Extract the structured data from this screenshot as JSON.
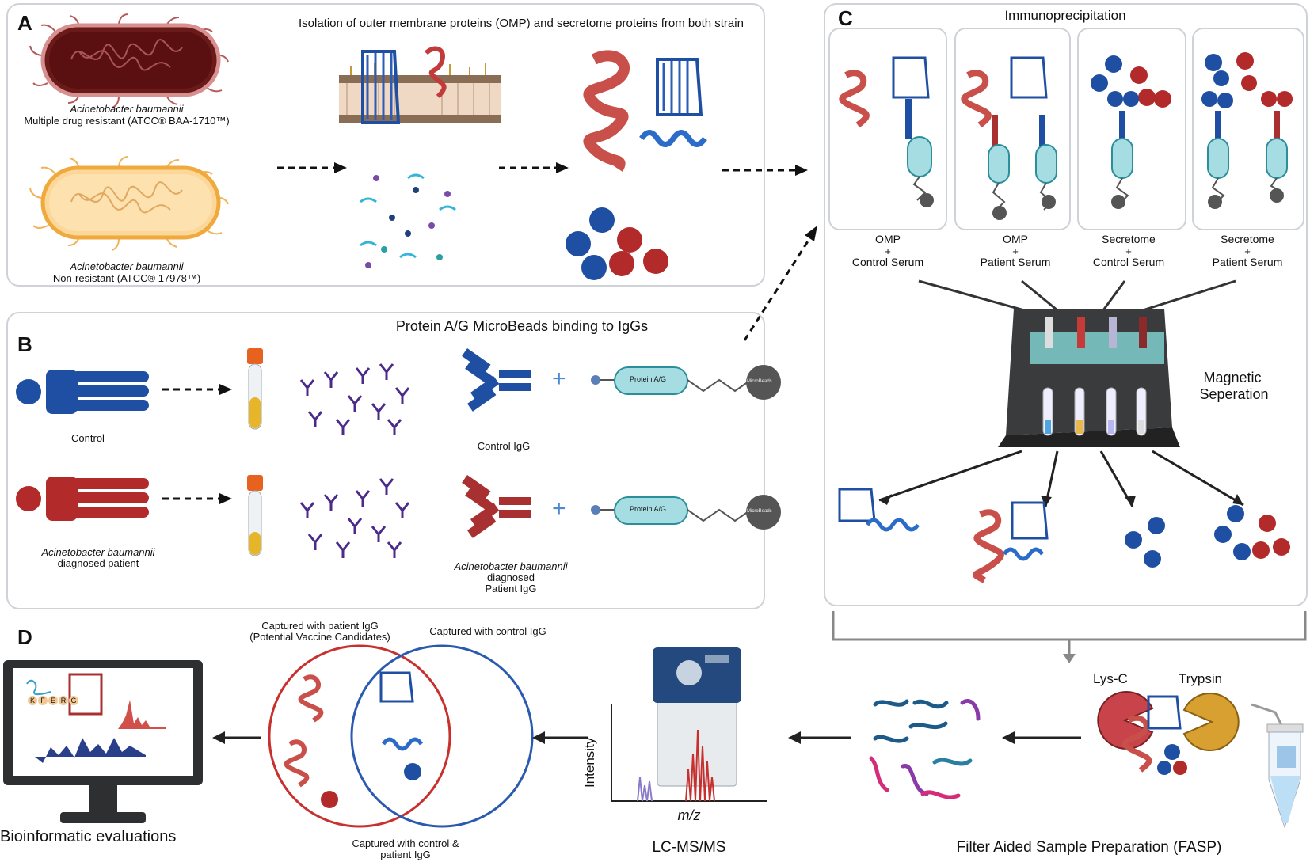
{
  "panelA": {
    "letter": "A",
    "title": "Isolation of outer membrane proteins (OMP) and secretome proteins from both strain",
    "strain1_name": "Acinetobacter baumannii",
    "strain1_desc": "Multiple drug resistant (ATCC® BAA-1710™)",
    "strain2_name": "Acinetobacter baumannii",
    "strain2_desc": "Non-resistant (ATCC® 17978™)"
  },
  "panelB": {
    "letter": "B",
    "title": "Protein A/G MicroBeads binding to IgGs",
    "control_label": "Control",
    "patient_label_italic": "Acinetobacter baumannii",
    "patient_label": "diagnosed patient",
    "control_igg": "Control IgG",
    "patient_igg_italic": "Acinetobacter baumannii",
    "patient_igg_line2": "diagnosed",
    "patient_igg_line3": "Patient IgG",
    "protein_ag": "Protein A/G",
    "microbeads": "MicroBeads"
  },
  "panelC": {
    "letter": "C",
    "title": "Immunoprecipitation",
    "samples": [
      {
        "line1": "OMP",
        "plus": "+",
        "line2": "Control Serum"
      },
      {
        "line1": "OMP",
        "plus": "+",
        "line2": "Patient Serum"
      },
      {
        "line1": "Secretome",
        "plus": "+",
        "line2": "Control Serum"
      },
      {
        "line1": "Secretome",
        "plus": "+",
        "line2": "Patient Serum"
      }
    ],
    "magnetic_line1": "Magnetic",
    "magnetic_line2": "Seperation"
  },
  "panelD": {
    "letter": "D",
    "bioinformatic": "Bioinformatic evaluations",
    "venn_patient_line1": "Captured with patient IgG",
    "venn_patient_line2": "(Potential Vaccine Candidates)",
    "venn_control": "Captured with control IgG",
    "venn_both_line1": "Captured with control &",
    "venn_both_line2": "patient IgG",
    "ms_ylabel": "Intensity",
    "ms_xlabel": "m/z",
    "lcms": "LC-MS/MS",
    "lysc": "Lys-C",
    "trypsin": "Trypsin",
    "fasp": "Filter Aided Sample Preparation (FASP)",
    "seq_letters": [
      "K",
      "F",
      "E",
      "R",
      "G"
    ]
  },
  "colors": {
    "red": "#c23b3b",
    "blue": "#1f4fa3",
    "border": "#cfd2d6",
    "venn_red": "#c8302e",
    "venn_blue": "#2a5ab0"
  }
}
